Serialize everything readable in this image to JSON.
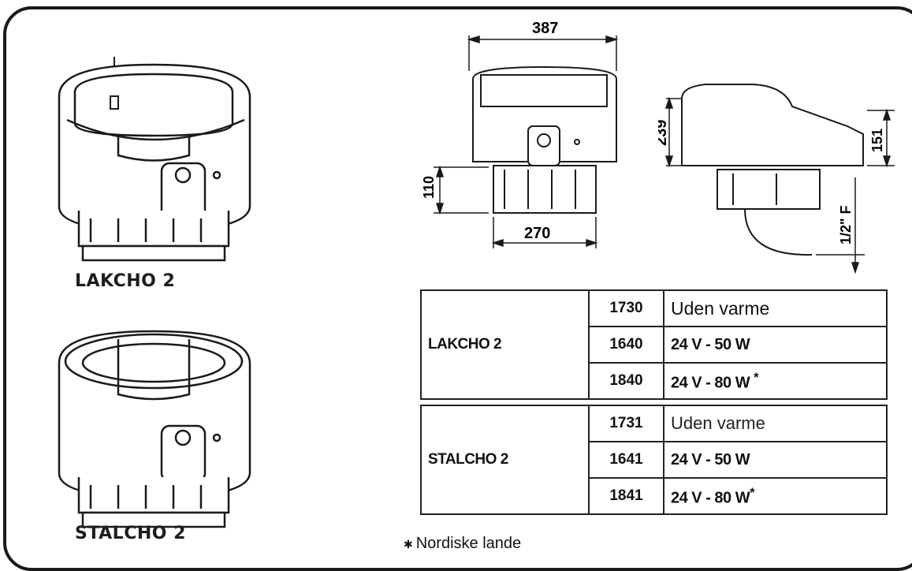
{
  "products": {
    "lakcho": {
      "label": "LAKCHO 2"
    },
    "stalcho": {
      "label": "STALCHO 2"
    }
  },
  "dimensions": {
    "width_top": "387",
    "width_base": "270",
    "height_total": "239",
    "height_base": "110",
    "height_side": "151",
    "connection": "1/2\" F"
  },
  "spec_table": {
    "groups": [
      {
        "model": "LAKCHO 2",
        "rows": [
          {
            "code": "1730",
            "desc": "Uden varme"
          },
          {
            "code": "1640",
            "desc": "24 V - 50 W"
          },
          {
            "code": "1840",
            "desc": "24 V - 80 W",
            "mark": "*"
          }
        ]
      },
      {
        "model": "STALCHO 2",
        "rows": [
          {
            "code": "1731",
            "desc": "Uden varme"
          },
          {
            "code": "1641",
            "desc": "24 V - 50 W"
          },
          {
            "code": "1841",
            "desc": "24 V - 80 W",
            "mark": "*"
          }
        ]
      }
    ]
  },
  "footnote": {
    "mark": "✱",
    "text": "Nordiske lande"
  }
}
